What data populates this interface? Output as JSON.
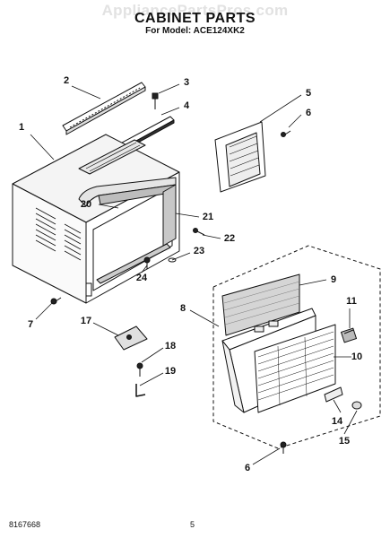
{
  "watermark": "AppliancePartsPros.com",
  "title": "CABINET PARTS",
  "subtitle": "For Model: ACE124XK2",
  "footer": {
    "doc_number": "8167668",
    "page": "5"
  },
  "callouts": [
    {
      "label": "1"
    },
    {
      "label": "2"
    },
    {
      "label": "3"
    },
    {
      "label": "4"
    },
    {
      "label": "5"
    },
    {
      "label": "6"
    },
    {
      "label": "6"
    },
    {
      "label": "7"
    },
    {
      "label": "8"
    },
    {
      "label": "9"
    },
    {
      "label": "10"
    },
    {
      "label": "11"
    },
    {
      "label": "14"
    },
    {
      "label": "15"
    },
    {
      "label": "17"
    },
    {
      "label": "18"
    },
    {
      "label": "19"
    },
    {
      "label": "20"
    },
    {
      "label": "21"
    },
    {
      "label": "22"
    },
    {
      "label": "23"
    },
    {
      "label": "24"
    }
  ]
}
